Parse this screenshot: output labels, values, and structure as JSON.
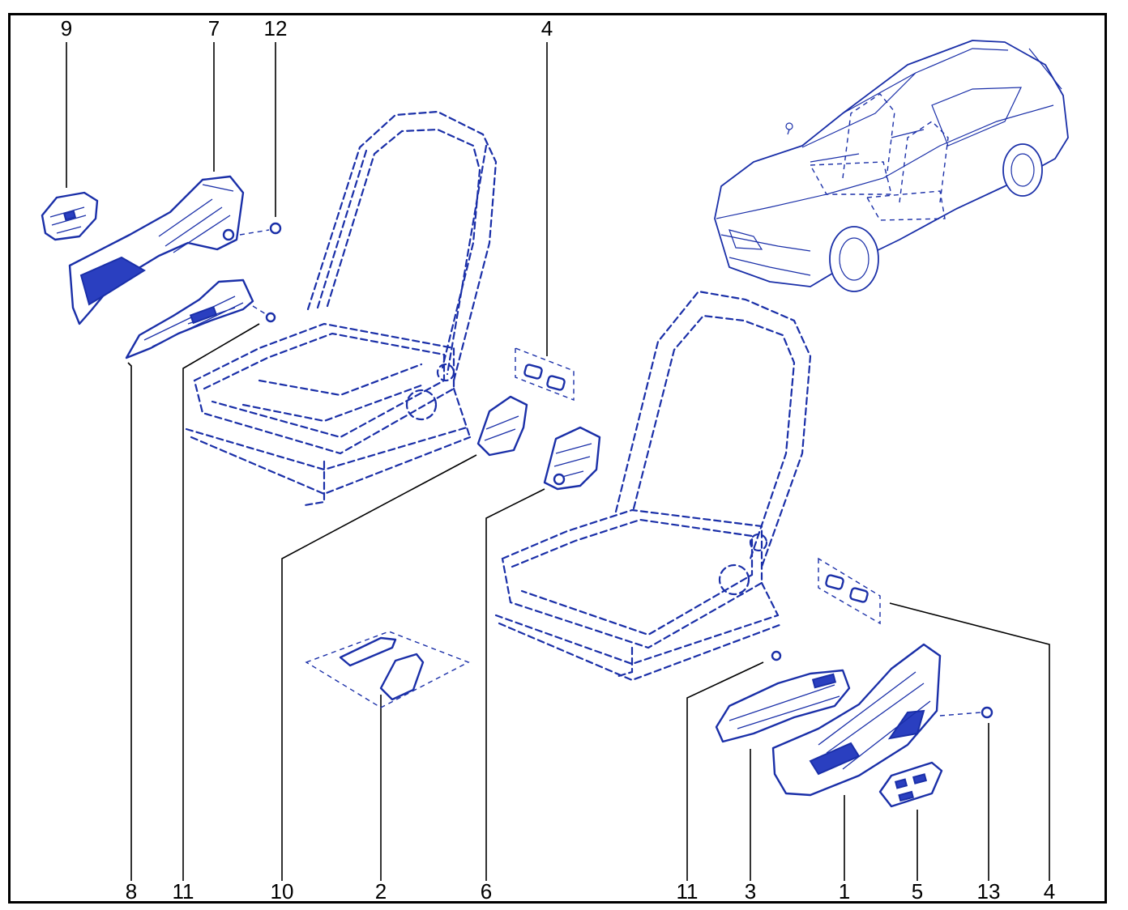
{
  "callouts": {
    "top": [
      "9",
      "7",
      "12",
      "4"
    ],
    "bottom": [
      "8",
      "11",
      "10",
      "2",
      "6",
      "11",
      "3",
      "1",
      "5",
      "13",
      "4"
    ]
  },
  "colors": {
    "line_art": "#1a2fa8",
    "callout_text": "#000000",
    "background": "#ffffff"
  }
}
